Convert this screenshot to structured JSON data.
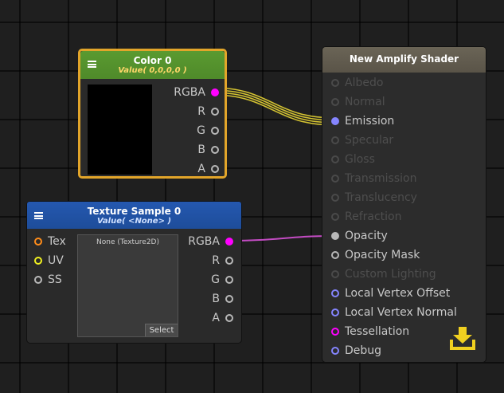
{
  "color_node": {
    "title": "Color 0",
    "subtitle": "Value( 0,0,0,0 )",
    "outputs": [
      "RGBA",
      "R",
      "G",
      "B",
      "A"
    ]
  },
  "texture_node": {
    "title": "Texture Sample 0",
    "subtitle": "Value( <None> )",
    "inputs": [
      "Tex",
      "UV",
      "SS"
    ],
    "texture_label": "None (Texture2D)",
    "select_label": "Select",
    "outputs": [
      "RGBA",
      "R",
      "G",
      "B",
      "A"
    ]
  },
  "shader_node": {
    "title": "New Amplify Shader",
    "inputs": [
      {
        "label": "Albedo",
        "active": false
      },
      {
        "label": "Normal",
        "active": false
      },
      {
        "label": "Emission",
        "active": true,
        "connected": true
      },
      {
        "label": "Specular",
        "active": false
      },
      {
        "label": "Gloss",
        "active": false
      },
      {
        "label": "Transmission",
        "active": false
      },
      {
        "label": "Translucency",
        "active": false
      },
      {
        "label": "Refraction",
        "active": false
      },
      {
        "label": "Opacity",
        "active": true,
        "connected": true
      },
      {
        "label": "Opacity Mask",
        "active": true
      },
      {
        "label": "Custom Lighting",
        "active": false
      },
      {
        "label": "Local Vertex Offset",
        "active": true
      },
      {
        "label": "Local Vertex Normal",
        "active": true
      },
      {
        "label": "Tessellation",
        "active": true
      },
      {
        "label": "Debug",
        "active": true
      }
    ],
    "action_icon": "save-to-disk-icon"
  },
  "colors": {
    "color_node_border": "#e2a52a",
    "color_node_header": "#4f8a2a",
    "texture_node_header": "#1e4d9a",
    "shader_header": "#5a5448",
    "rgba_port": "#ff00ff",
    "vector_port": "#8585ff",
    "float_port": "#b8b8b8",
    "tex_port": "#ff8c1a",
    "uv_port": "#f0f020",
    "wire_yellow": "#d4c332",
    "wire_magenta": "#c44cc4",
    "save_icon": "#f0d020"
  }
}
